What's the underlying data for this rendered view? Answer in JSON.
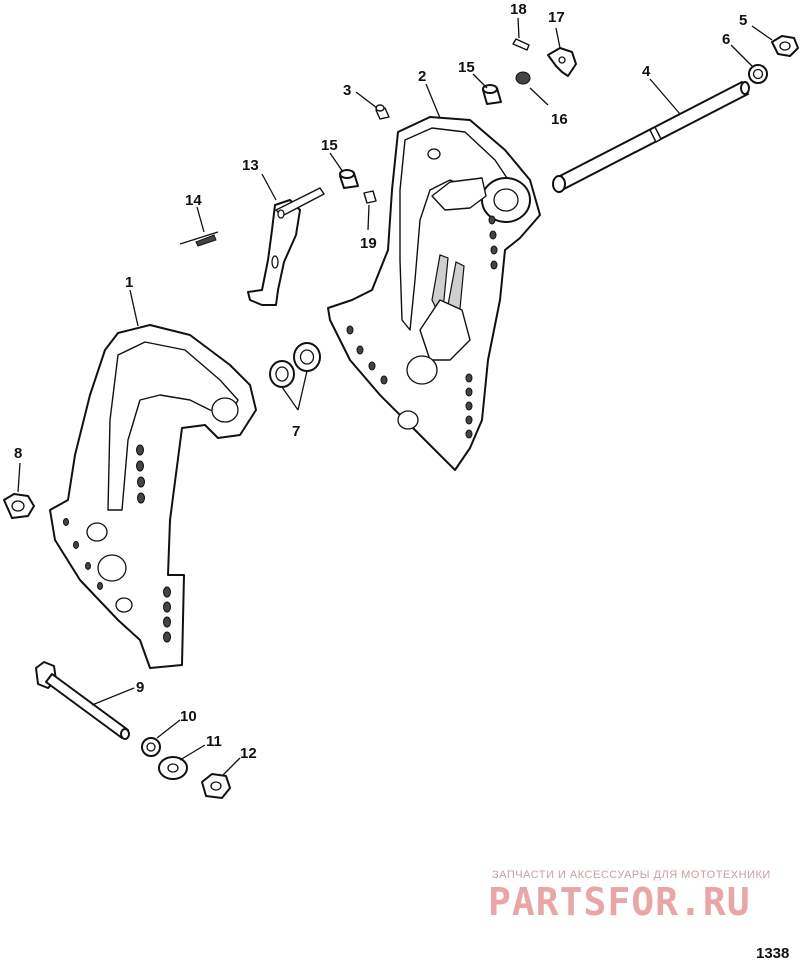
{
  "diagram": {
    "callouts": [
      {
        "id": "1",
        "label": "1"
      },
      {
        "id": "2",
        "label": "2"
      },
      {
        "id": "3",
        "label": "3"
      },
      {
        "id": "4",
        "label": "4"
      },
      {
        "id": "5",
        "label": "5"
      },
      {
        "id": "6",
        "label": "6"
      },
      {
        "id": "7",
        "label": "7"
      },
      {
        "id": "8",
        "label": "8"
      },
      {
        "id": "9",
        "label": "9"
      },
      {
        "id": "10",
        "label": "10"
      },
      {
        "id": "11",
        "label": "11"
      },
      {
        "id": "12",
        "label": "12"
      },
      {
        "id": "13",
        "label": "13"
      },
      {
        "id": "14",
        "label": "14"
      },
      {
        "id": "15a",
        "label": "15"
      },
      {
        "id": "15b",
        "label": "15"
      },
      {
        "id": "16",
        "label": "16"
      },
      {
        "id": "17",
        "label": "17"
      },
      {
        "id": "18",
        "label": "18"
      },
      {
        "id": "19",
        "label": "19"
      }
    ],
    "drawing_number": "1338"
  },
  "watermark": {
    "tagline": "ЗАПЧАСТИ И АКСЕССУАРЫ ДЛЯ МОТОТЕХНИКИ",
    "logo": "PARTSFOR.RU"
  }
}
